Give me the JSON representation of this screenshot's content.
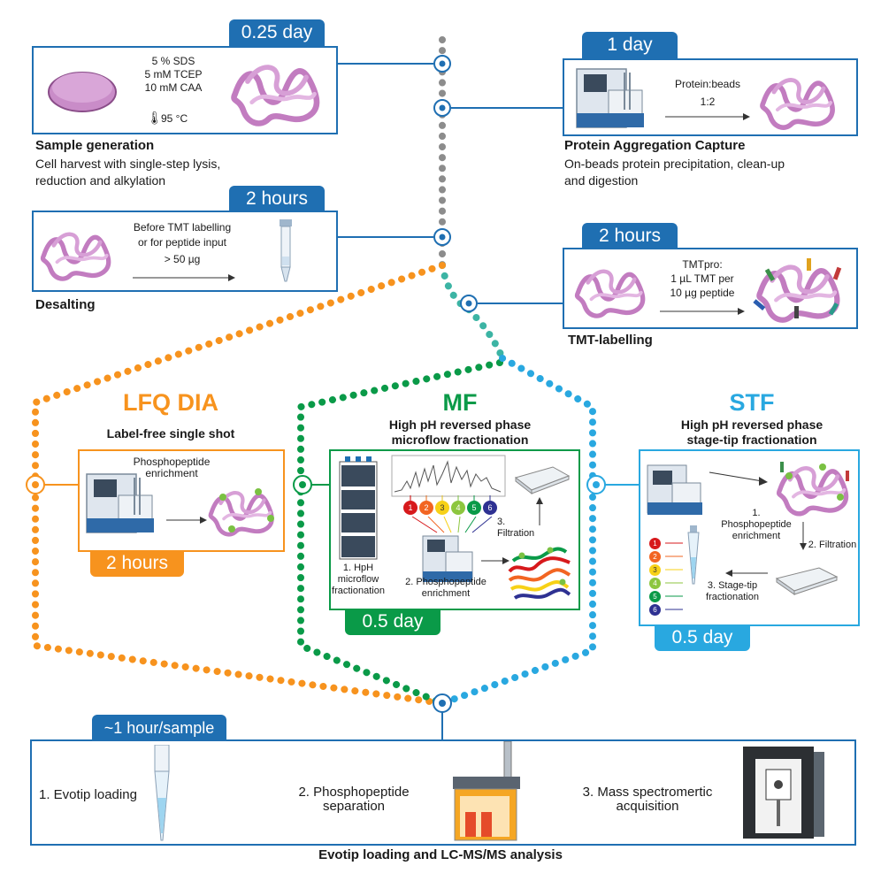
{
  "sample_generation": {
    "time": "0.25 day",
    "reagents": [
      "5 % SDS",
      "5 mM TCEP",
      "10 mM CAA"
    ],
    "temperature": "95 °C",
    "title": "Sample generation",
    "description_1": "Cell harvest with single-step lysis,",
    "description_2": "reduction and alkylation"
  },
  "pac": {
    "time": "1 day",
    "ratio_label": "Protein:beads",
    "ratio_value": "1:2",
    "title": "Protein Aggregation Capture",
    "description_1": "On-beads protein precipitation, clean-up",
    "description_2": "and digestion"
  },
  "desalting": {
    "time": "2 hours",
    "cond_1": "Before TMT labelling",
    "cond_2": "or for peptide input",
    "cond_3": "> 50 µg",
    "title": "Desalting"
  },
  "tmt": {
    "time": "2 hours",
    "cond_1": "TMTpro:",
    "cond_2": "1 µL TMT per",
    "cond_3": "10 µg peptide",
    "title": "TMT-labelling"
  },
  "lfq": {
    "heading": "LFQ DIA",
    "subtitle": "Label-free single shot",
    "step": "Phosphopeptide enrichment",
    "time": "2 hours"
  },
  "mf": {
    "heading": "MF",
    "subtitle_1": "High pH reversed phase",
    "subtitle_2": "microflow fractionation",
    "fractions": [
      "1",
      "2",
      "3",
      "4",
      "5",
      "6"
    ],
    "step_1": "1. HpH microflow fractionation",
    "step_2": "2. Phosphopeptide enrichment",
    "step_3": "3. Filtration",
    "time": "0.5 day"
  },
  "stf": {
    "heading": "STF",
    "subtitle_1": "High pH reversed phase",
    "subtitle_2": "stage-tip fractionation",
    "fractions": [
      "1",
      "2",
      "3",
      "4",
      "5",
      "6"
    ],
    "step_1": "1. Phosphopeptide enrichment",
    "step_2": "2. Filtration",
    "step_3": "3. Stage-tip fractionation",
    "time": "0.5 day"
  },
  "lcms": {
    "time": "~1 hour/sample",
    "step_1": "1. Evotip loading",
    "step_2": "2. Phosphopeptide separation",
    "step_3": "3. Mass spectromertic acquisition",
    "title": "Evotip loading and LC-MS/MS analysis"
  },
  "colors": {
    "blue": "#1f6fb2",
    "orange": "#f7931e",
    "green": "#0a9a48",
    "light_blue": "#29a8e0",
    "teal": "#3cb4a4",
    "gray": "#8c8c8c",
    "protein": "#d79fd6"
  }
}
